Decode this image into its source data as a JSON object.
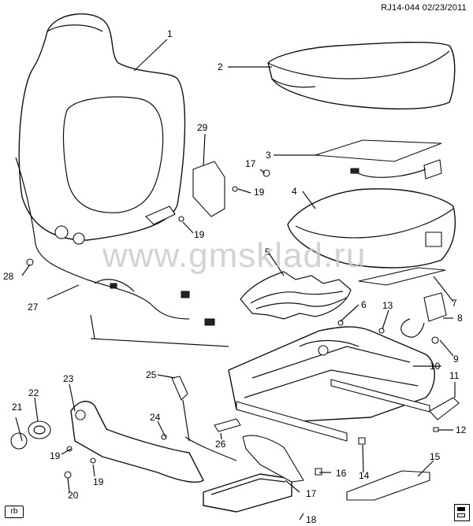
{
  "header": {
    "doc_id": "RJ14-044",
    "date": "02/23/2011"
  },
  "watermark": "www.gmsklad.ru",
  "corner_tag": "rb",
  "callouts": [
    {
      "id": "c1",
      "label": "1"
    },
    {
      "id": "c2",
      "label": "2"
    },
    {
      "id": "c3",
      "label": "3"
    },
    {
      "id": "c4",
      "label": "4"
    },
    {
      "id": "c5",
      "label": "5"
    },
    {
      "id": "c6",
      "label": "6"
    },
    {
      "id": "c7",
      "label": "7"
    },
    {
      "id": "c8",
      "label": "8"
    },
    {
      "id": "c9",
      "label": "9"
    },
    {
      "id": "c10",
      "label": "10"
    },
    {
      "id": "c11",
      "label": "11"
    },
    {
      "id": "c12",
      "label": "12"
    },
    {
      "id": "c13",
      "label": "13"
    },
    {
      "id": "c14",
      "label": "14"
    },
    {
      "id": "c15",
      "label": "15"
    },
    {
      "id": "c16",
      "label": "16"
    },
    {
      "id": "c17a",
      "label": "17"
    },
    {
      "id": "c17b",
      "label": "17"
    },
    {
      "id": "c18",
      "label": "18"
    },
    {
      "id": "c19a",
      "label": "19"
    },
    {
      "id": "c19b",
      "label": "19"
    },
    {
      "id": "c19c",
      "label": "19"
    },
    {
      "id": "c19d",
      "label": "19"
    },
    {
      "id": "c20",
      "label": "20"
    },
    {
      "id": "c21",
      "label": "21"
    },
    {
      "id": "c22",
      "label": "22"
    },
    {
      "id": "c23",
      "label": "23"
    },
    {
      "id": "c24",
      "label": "24"
    },
    {
      "id": "c25",
      "label": "25"
    },
    {
      "id": "c26",
      "label": "26"
    },
    {
      "id": "c27",
      "label": "27"
    },
    {
      "id": "c28",
      "label": "28"
    },
    {
      "id": "c29",
      "label": "29"
    }
  ]
}
